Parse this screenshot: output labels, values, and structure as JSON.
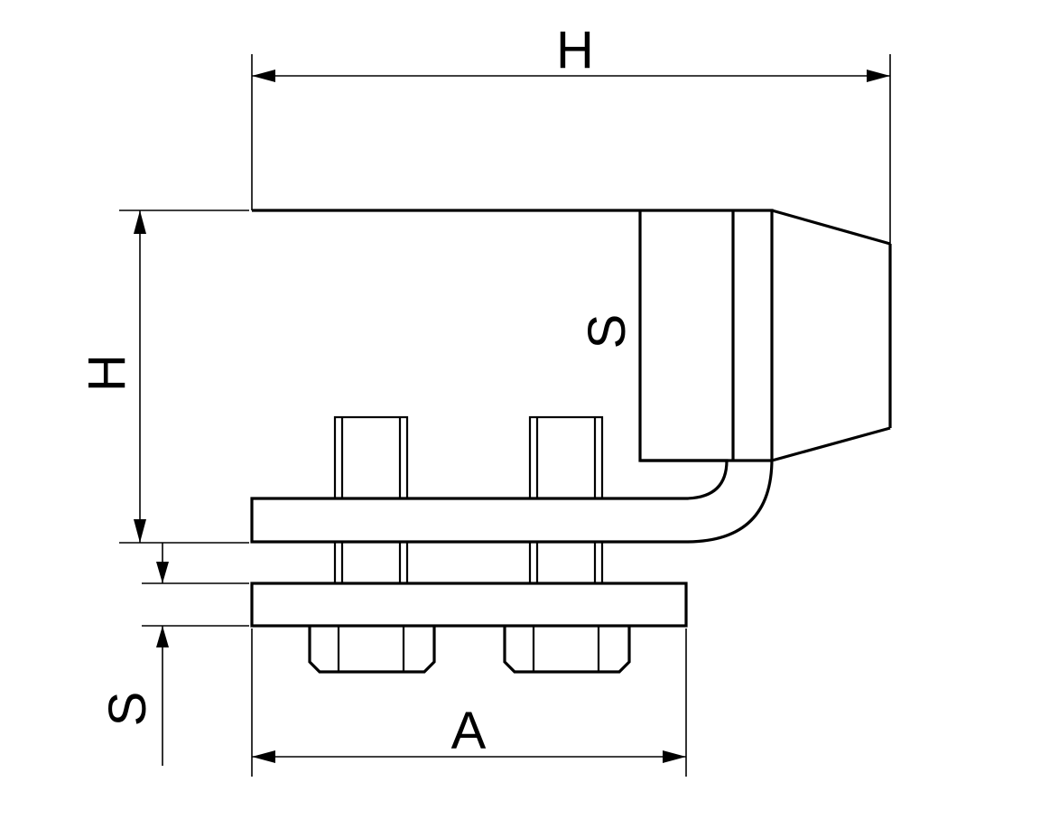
{
  "labels": {
    "top_width": "H",
    "left_height": "H",
    "jaw_step": "S",
    "bottom_thickness": "S",
    "bottom_width": "A"
  },
  "colors": {
    "line": "#000000",
    "background": "#ffffff"
  }
}
